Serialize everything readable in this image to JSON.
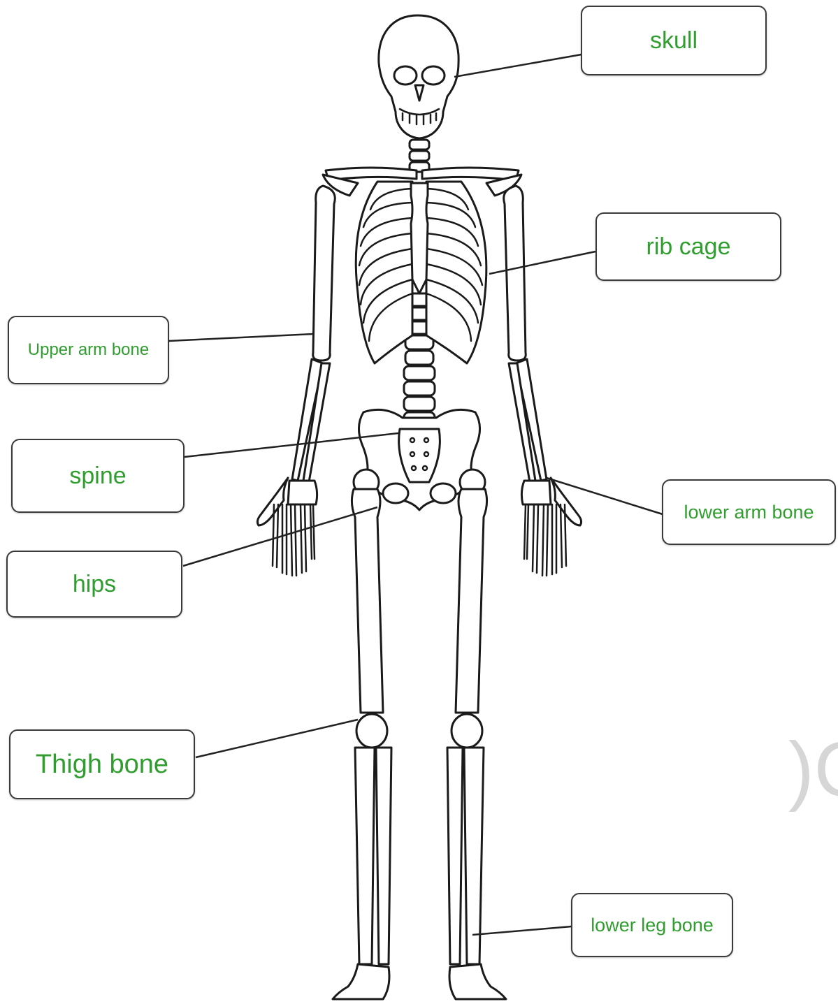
{
  "labels": {
    "skull": "skull",
    "rib_cage": "rib cage",
    "upper_arm_bone": "Upper arm bone",
    "spine": "spine",
    "lower_arm_bone": "lower arm bone",
    "hips": "hips",
    "thigh_bone": "Thigh bone",
    "lower_leg_bone": "lower leg bone"
  },
  "watermark": ")C",
  "colors": {
    "label_text": "#2f9e2f",
    "box_border": "#3a3a3a",
    "line": "#1a1a1a",
    "watermark": "#d6d6d6"
  }
}
